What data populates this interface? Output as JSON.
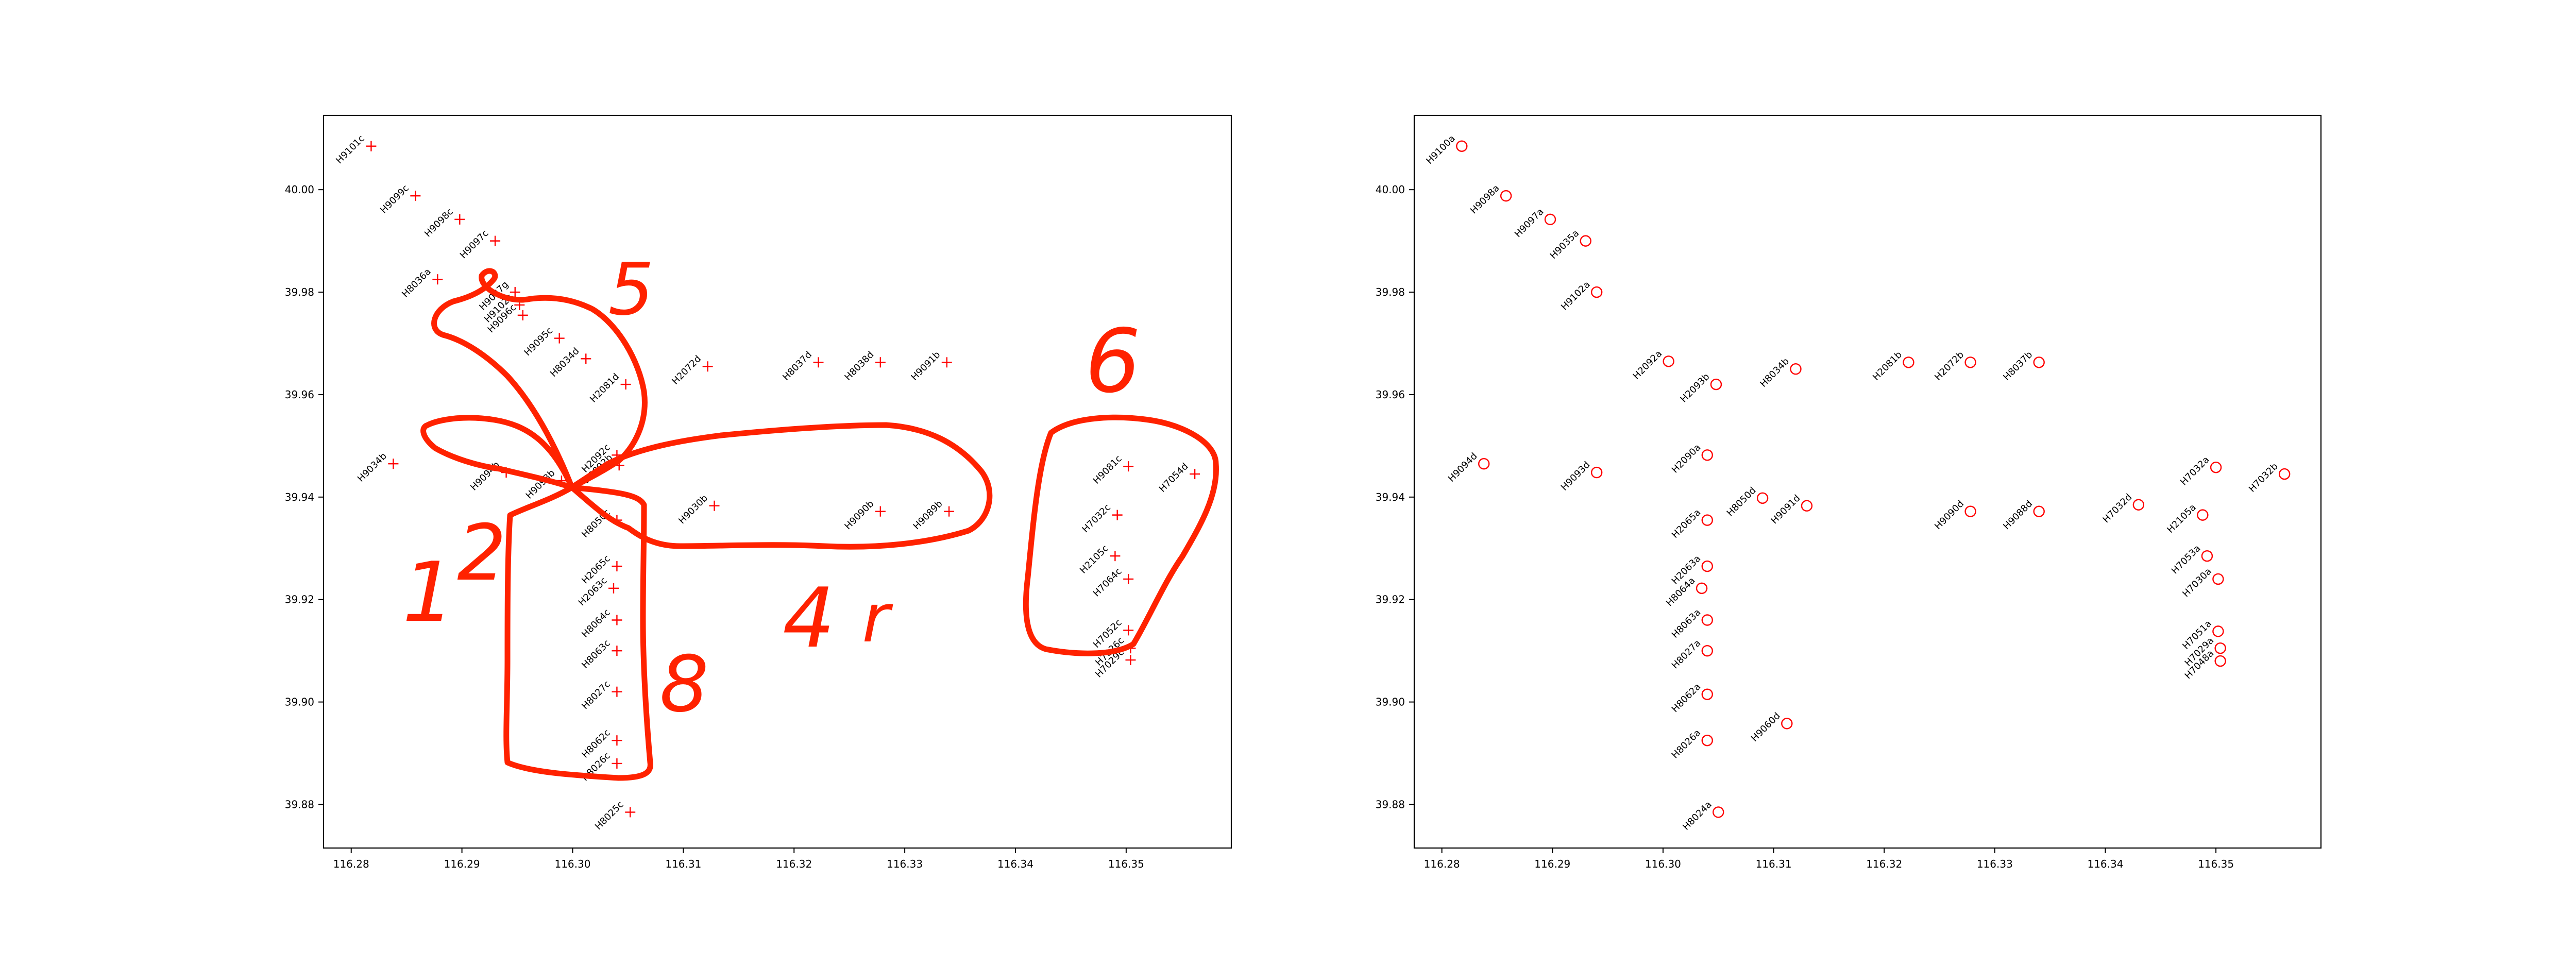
{
  "chart_data": [
    {
      "type": "scatter",
      "marker": "plus",
      "color": "#ff0000",
      "annotation_color": "#ff2200",
      "xlim": [
        116.2775,
        116.3595
      ],
      "ylim": [
        39.8715,
        40.0145
      ],
      "xticks": [
        "116.28",
        "116.29",
        "116.30",
        "116.31",
        "116.32",
        "116.33",
        "116.34",
        "116.35"
      ],
      "yticks": [
        "39.88",
        "39.90",
        "39.92",
        "39.94",
        "39.96",
        "39.98",
        "40.00"
      ],
      "points": [
        {
          "x": 116.2818,
          "y": 40.0085,
          "label": "H9101c"
        },
        {
          "x": 116.2858,
          "y": 39.9988,
          "label": "H9099c"
        },
        {
          "x": 116.2898,
          "y": 39.9942,
          "label": "H9098c"
        },
        {
          "x": 116.293,
          "y": 39.99,
          "label": "H9097c"
        },
        {
          "x": 116.2878,
          "y": 39.9825,
          "label": "H8036a"
        },
        {
          "x": 116.2948,
          "y": 39.98,
          "label": "H9037g"
        },
        {
          "x": 116.2952,
          "y": 39.9775,
          "label": "H9102c"
        },
        {
          "x": 116.2955,
          "y": 39.9755,
          "label": "H9096c"
        },
        {
          "x": 116.2988,
          "y": 39.971,
          "label": "H9095c"
        },
        {
          "x": 116.3012,
          "y": 39.967,
          "label": "H8034d"
        },
        {
          "x": 116.3048,
          "y": 39.962,
          "label": "H2081d"
        },
        {
          "x": 116.3122,
          "y": 39.9655,
          "label": "H2072d"
        },
        {
          "x": 116.3222,
          "y": 39.9663,
          "label": "H8037d"
        },
        {
          "x": 116.3278,
          "y": 39.9663,
          "label": "H8038d"
        },
        {
          "x": 116.3338,
          "y": 39.9663,
          "label": "H9091b"
        },
        {
          "x": 116.2838,
          "y": 39.9465,
          "label": "H9034b"
        },
        {
          "x": 116.294,
          "y": 39.9448,
          "label": "H9094b"
        },
        {
          "x": 116.299,
          "y": 39.9432,
          "label": "H9093b"
        },
        {
          "x": 116.304,
          "y": 39.9482,
          "label": "H2092c"
        },
        {
          "x": 116.3042,
          "y": 39.9462,
          "label": "H9092b"
        },
        {
          "x": 116.3128,
          "y": 39.9383,
          "label": "H9030b"
        },
        {
          "x": 116.3278,
          "y": 39.9372,
          "label": "H9090b"
        },
        {
          "x": 116.334,
          "y": 39.9372,
          "label": "H9089b"
        },
        {
          "x": 116.304,
          "y": 39.9355,
          "label": "H8050c"
        },
        {
          "x": 116.304,
          "y": 39.9265,
          "label": "H2065c"
        },
        {
          "x": 116.3037,
          "y": 39.9222,
          "label": "H2063c"
        },
        {
          "x": 116.304,
          "y": 39.916,
          "label": "H8064c"
        },
        {
          "x": 116.304,
          "y": 39.91,
          "label": "H8063c"
        },
        {
          "x": 116.304,
          "y": 39.902,
          "label": "H8027c"
        },
        {
          "x": 116.304,
          "y": 39.8925,
          "label": "H8062c"
        },
        {
          "x": 116.304,
          "y": 39.888,
          "label": "H8026c"
        },
        {
          "x": 116.3052,
          "y": 39.8785,
          "label": "H8025c"
        },
        {
          "x": 116.3502,
          "y": 39.946,
          "label": "H9081c"
        },
        {
          "x": 116.3562,
          "y": 39.9445,
          "label": "H7054d"
        },
        {
          "x": 116.3492,
          "y": 39.9365,
          "label": "H7032c"
        },
        {
          "x": 116.349,
          "y": 39.9285,
          "label": "H2105c"
        },
        {
          "x": 116.3502,
          "y": 39.924,
          "label": "H7064c"
        },
        {
          "x": 116.3502,
          "y": 39.914,
          "label": "H7052c"
        },
        {
          "x": 116.3504,
          "y": 39.9105,
          "label": "H7026c"
        },
        {
          "x": 116.3504,
          "y": 39.9082,
          "label": "H7029c"
        }
      ],
      "annotations": [
        "5",
        "6",
        "2",
        "1",
        "4",
        "r",
        "8"
      ]
    },
    {
      "type": "scatter",
      "marker": "circle",
      "color": "#ff0000",
      "xlim": [
        116.2775,
        116.3595
      ],
      "ylim": [
        39.8715,
        40.0145
      ],
      "xticks": [
        "116.28",
        "116.29",
        "116.30",
        "116.31",
        "116.32",
        "116.33",
        "116.34",
        "116.35"
      ],
      "yticks": [
        "39.88",
        "39.90",
        "39.92",
        "39.94",
        "39.96",
        "39.98",
        "40.00"
      ],
      "points": [
        {
          "x": 116.2818,
          "y": 40.0085,
          "label": "H9100a"
        },
        {
          "x": 116.2858,
          "y": 39.9988,
          "label": "H9098a"
        },
        {
          "x": 116.2898,
          "y": 39.9942,
          "label": "H9097a"
        },
        {
          "x": 116.293,
          "y": 39.99,
          "label": "H9035a"
        },
        {
          "x": 116.294,
          "y": 39.98,
          "label": "H9102a"
        },
        {
          "x": 116.3005,
          "y": 39.9665,
          "label": "H2092a"
        },
        {
          "x": 116.3048,
          "y": 39.962,
          "label": "H2093b"
        },
        {
          "x": 116.312,
          "y": 39.965,
          "label": "H8034b"
        },
        {
          "x": 116.3222,
          "y": 39.9663,
          "label": "H2081b"
        },
        {
          "x": 116.3278,
          "y": 39.9663,
          "label": "H2072b"
        },
        {
          "x": 116.334,
          "y": 39.9663,
          "label": "H8037b"
        },
        {
          "x": 116.2838,
          "y": 39.9465,
          "label": "H9094d"
        },
        {
          "x": 116.294,
          "y": 39.9448,
          "label": "H9093d"
        },
        {
          "x": 116.304,
          "y": 39.9482,
          "label": "H2090a"
        },
        {
          "x": 116.309,
          "y": 39.9398,
          "label": "H8050d"
        },
        {
          "x": 116.313,
          "y": 39.9383,
          "label": "H9091d"
        },
        {
          "x": 116.3278,
          "y": 39.9372,
          "label": "H9090d"
        },
        {
          "x": 116.334,
          "y": 39.9372,
          "label": "H9088d"
        },
        {
          "x": 116.343,
          "y": 39.9385,
          "label": "H7032d"
        },
        {
          "x": 116.35,
          "y": 39.9458,
          "label": "H7032a"
        },
        {
          "x": 116.3562,
          "y": 39.9445,
          "label": "H7032b"
        },
        {
          "x": 116.304,
          "y": 39.9355,
          "label": "H2065a"
        },
        {
          "x": 116.3488,
          "y": 39.9365,
          "label": "H2105a"
        },
        {
          "x": 116.304,
          "y": 39.9265,
          "label": "H2063a"
        },
        {
          "x": 116.3035,
          "y": 39.9222,
          "label": "H8064a"
        },
        {
          "x": 116.3492,
          "y": 39.9285,
          "label": "H7053a"
        },
        {
          "x": 116.3502,
          "y": 39.924,
          "label": "H7030a"
        },
        {
          "x": 116.304,
          "y": 39.916,
          "label": "H8063a"
        },
        {
          "x": 116.304,
          "y": 39.91,
          "label": "H8027a"
        },
        {
          "x": 116.3502,
          "y": 39.9138,
          "label": "H7051a"
        },
        {
          "x": 116.3504,
          "y": 39.9105,
          "label": "H7029a"
        },
        {
          "x": 116.3504,
          "y": 39.908,
          "label": "H7048a"
        },
        {
          "x": 116.304,
          "y": 39.9015,
          "label": "H8062a"
        },
        {
          "x": 116.304,
          "y": 39.8925,
          "label": "H8026a"
        },
        {
          "x": 116.3112,
          "y": 39.8958,
          "label": "H9060d"
        },
        {
          "x": 116.305,
          "y": 39.8785,
          "label": "H8024a"
        }
      ]
    }
  ]
}
